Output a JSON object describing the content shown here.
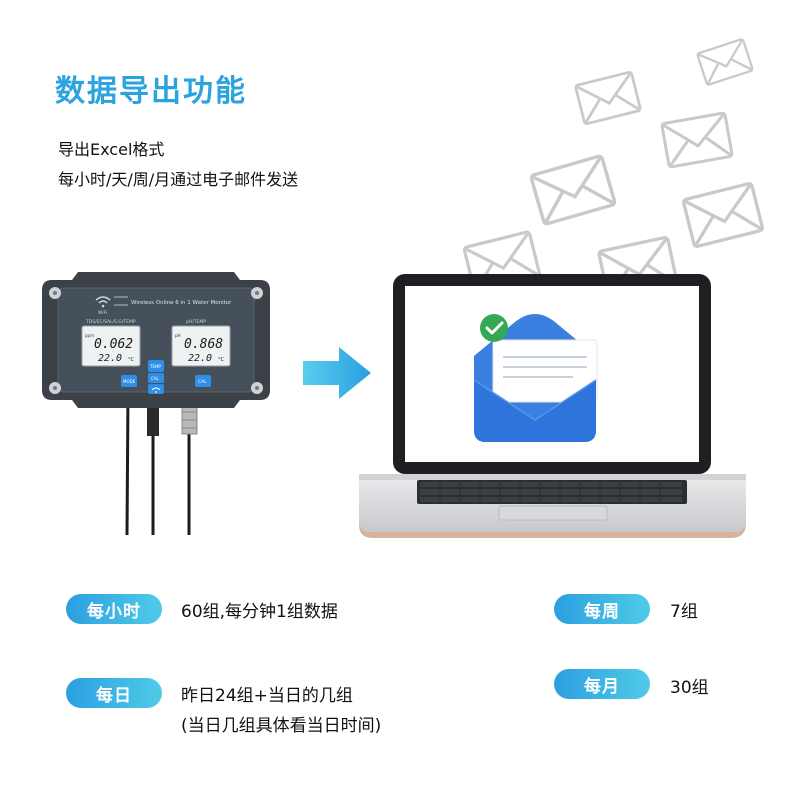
{
  "heading": "数据导出功能",
  "export_format": "导出Excel格式",
  "email_schedule": "每小时/天/周/月通过电子邮件发送",
  "device": {
    "screen_text": "Wireless Online 6 in 1 Water Monitor",
    "wifi_label": "WiFi",
    "left_display": {
      "header": "TDS/EC/SAL/S.G/TEMP",
      "value": "0.062",
      "temp": "22.0",
      "temp_unit": "°C",
      "unit": "ppm"
    },
    "right_display": {
      "header": "pH/TEMP",
      "value": "0.868",
      "temp": "22.0",
      "temp_unit": "°C",
      "unit": "pH"
    },
    "buttons": {
      "mode": "MODE",
      "temp": "TEMP",
      "cal_small": "CAL",
      "cal": "CAL"
    }
  },
  "items": {
    "hourly": {
      "label": "每小时",
      "text": "60组,每分钟1组数据"
    },
    "daily": {
      "label": "每日",
      "text": "昨日24组+当日的几组",
      "note": "(当日几组具体看当日时间)"
    },
    "weekly": {
      "label": "每周",
      "text": "7组"
    },
    "monthly": {
      "label": "每月",
      "text": "30组"
    }
  },
  "colors": {
    "accent": "#2aa3df",
    "envelope_blue": "#3b7fe0",
    "check_green": "#34a853"
  }
}
